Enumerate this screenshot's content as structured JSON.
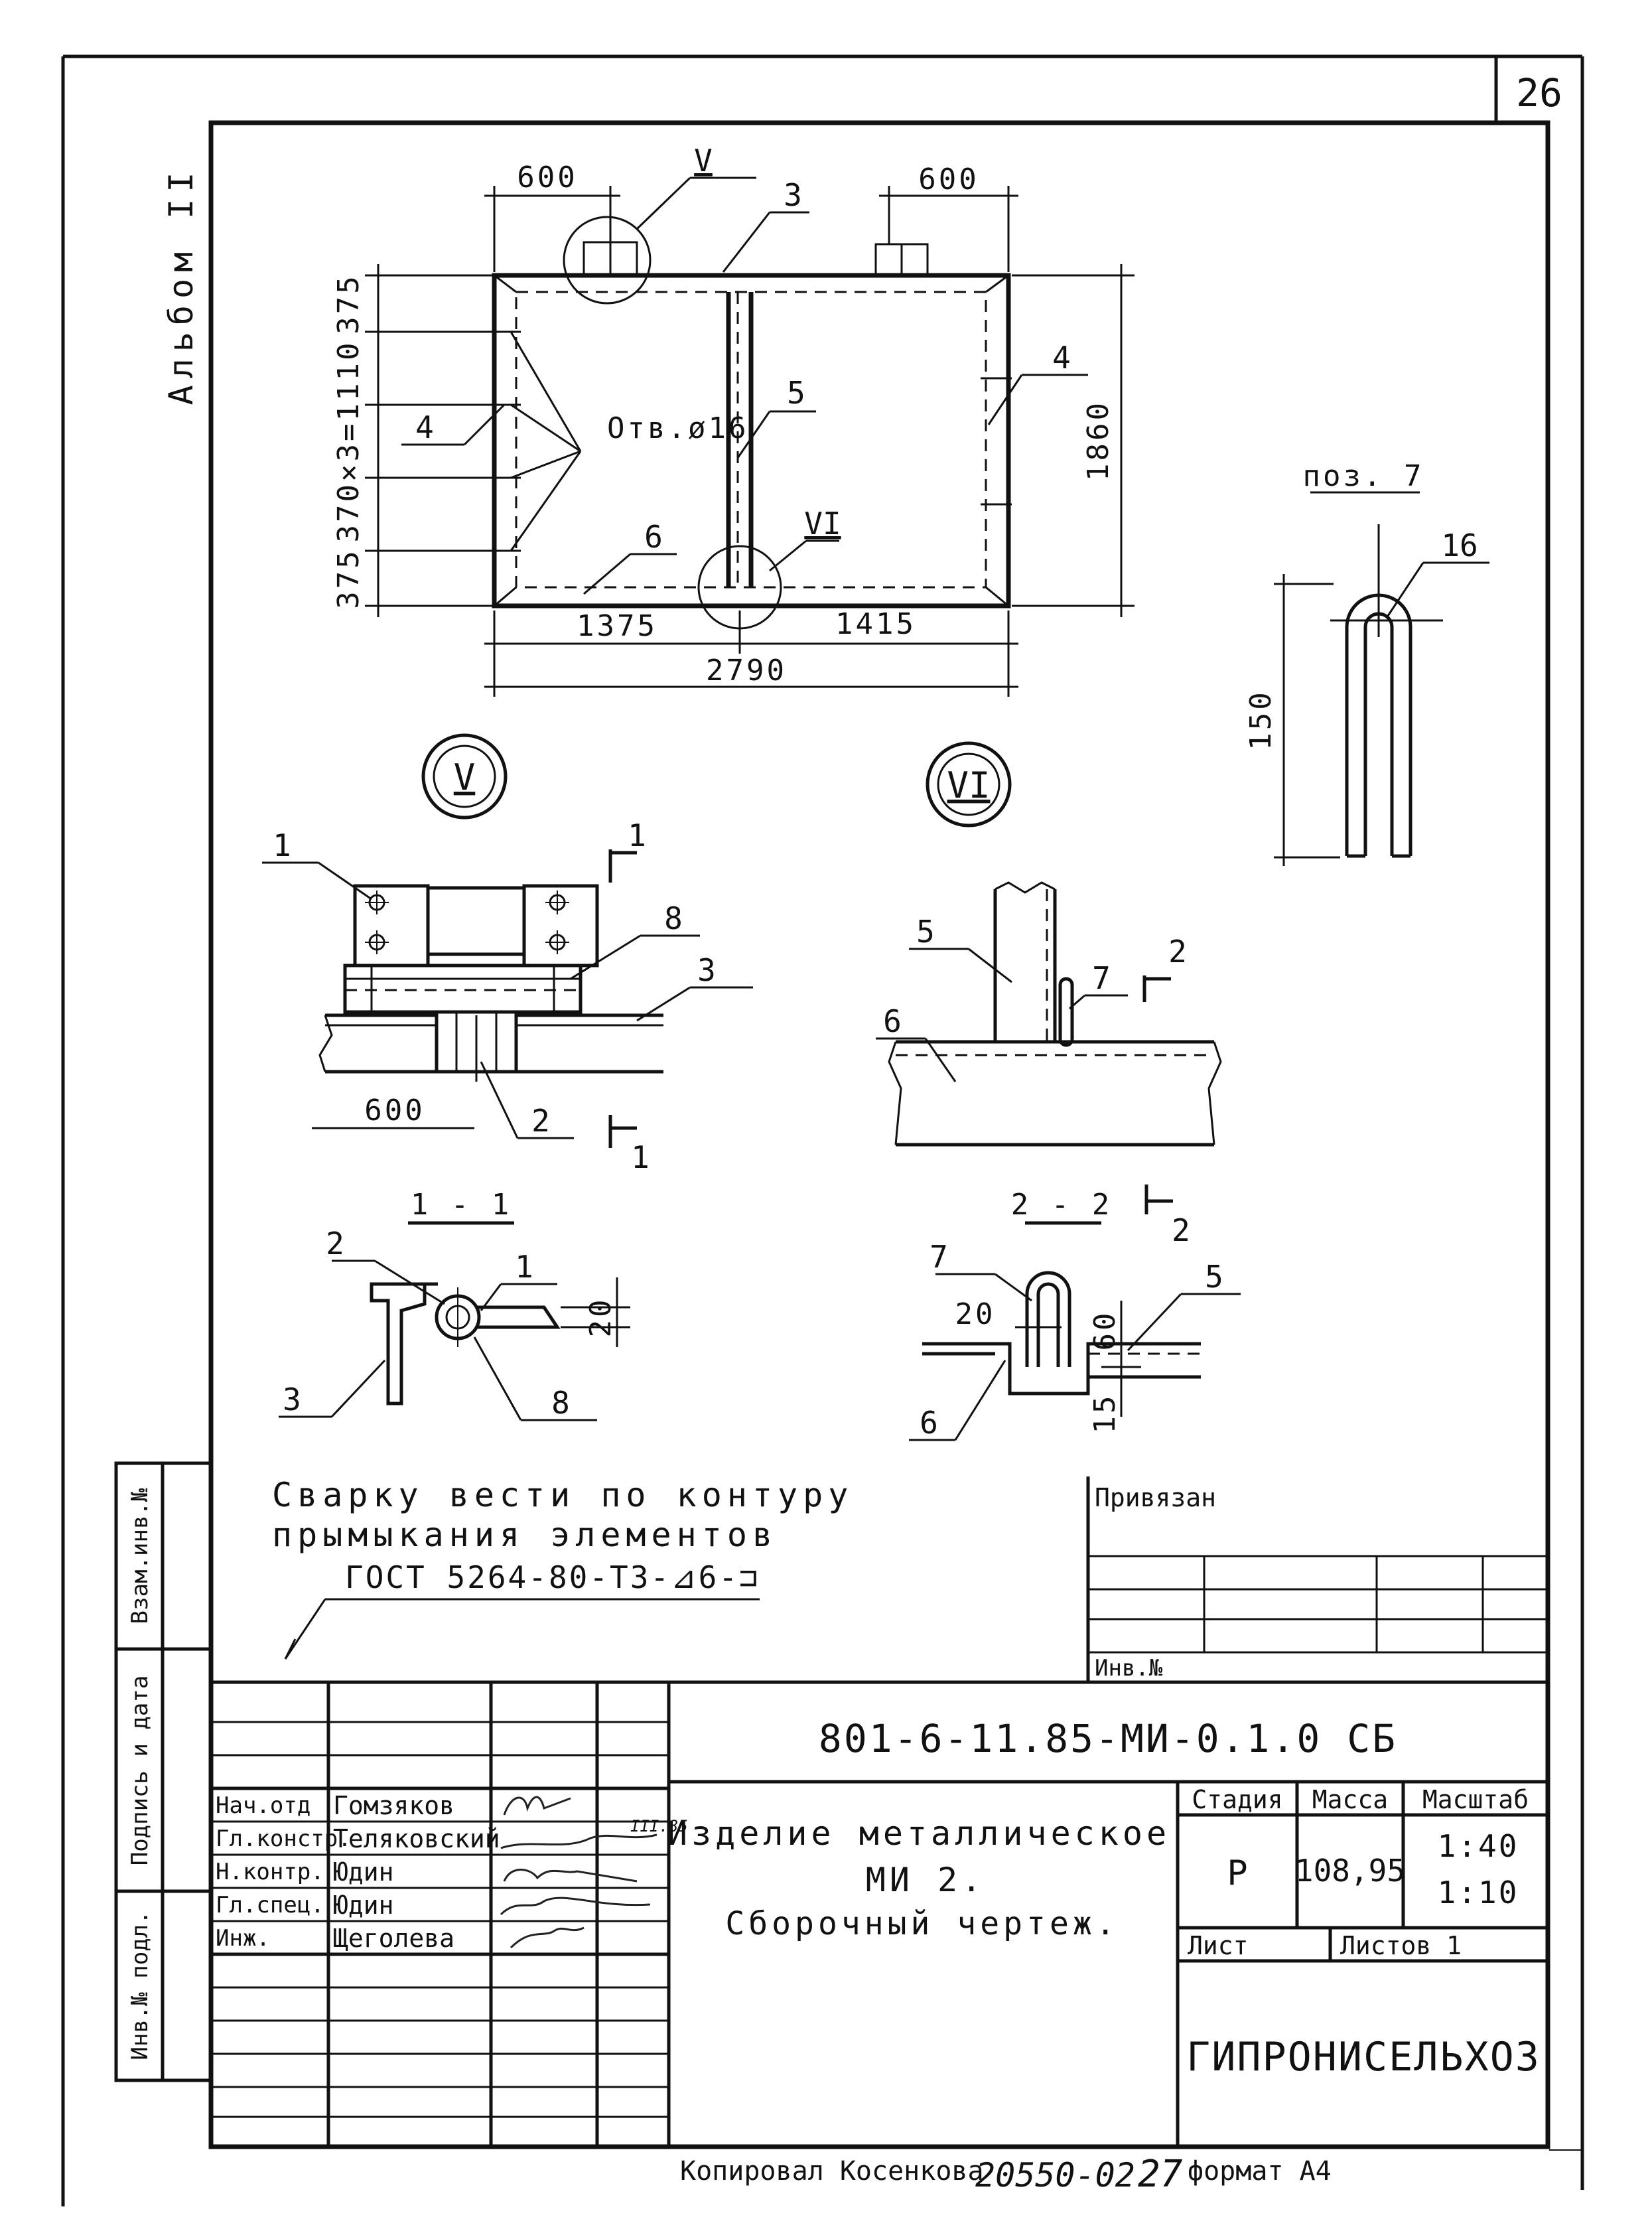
{
  "sheet_number": "26",
  "album": "Альбом II",
  "plan": {
    "dim_left_600": "600",
    "dim_right_600": "600",
    "dim_375_top": "375",
    "dim_370x3": "370×3=1110",
    "dim_375_bottom": "375",
    "dim_1860": "1860",
    "dim_1375": "1375",
    "dim_1415": "1415",
    "dim_2790": "2790",
    "holes_note": "Отв.ø16",
    "callout_V": "V",
    "callout_VI": "VI",
    "pos_3": "3",
    "pos_4_left": "4",
    "pos_4_right": "4",
    "pos_5": "5",
    "pos_6": "6"
  },
  "pos7": {
    "title": "поз. 7",
    "dim_150": "150",
    "pos_16": "16"
  },
  "detail_V": {
    "title": "V",
    "pos_1": "1",
    "pos_8": "8",
    "pos_3": "3",
    "pos_2": "2",
    "dim_600": "600",
    "cut_top": "1",
    "cut_bottom": "1"
  },
  "detail_VI": {
    "title": "VI",
    "pos_5": "5",
    "pos_7": "7",
    "pos_6": "6",
    "cut_top": "2",
    "cut_bottom": "2"
  },
  "section_1_1": {
    "title": "1 - 1",
    "pos_2": "2",
    "pos_1": "1",
    "pos_3": "3",
    "pos_8": "8",
    "dim_20": "20"
  },
  "section_2_2": {
    "title": "2 - 2",
    "pos_7": "7",
    "pos_5": "5",
    "pos_6": "6",
    "dim_20": "20",
    "dim_60": "60",
    "dim_15": "15"
  },
  "weld_note": {
    "line1": "Сварку вести по контуру",
    "line2": "прымыкания элементов",
    "line3": "ГОСТ 5264-80-Т3-⊿6-⊐"
  },
  "side_stamp": {
    "inv_podl": "Инв.№ подл.",
    "podpis_data": "Подпись и дата",
    "vzam_inv": "Взам.инв.№"
  },
  "binding": {
    "privyazan": "Привязан",
    "inv_no": "Инв.№"
  },
  "title_block": {
    "doc_code": "801-6-11.85-МИ-0.1.0 СБ",
    "roles": [
      "Нач.отд",
      "Гл.констр.",
      "Н.контр.",
      "Гл.спец.",
      "Инж."
    ],
    "names": [
      "Гомзяков",
      "Теляковский",
      "Юдин",
      "Юдин",
      "Щеголева"
    ],
    "date_note": "III.85",
    "title_line1": "Изделие металлическое",
    "title_line2": "МИ 2.",
    "title_line3": "Сборочный чертеж.",
    "stage_label": "Стадия",
    "mass_label": "Масса",
    "scale_label": "Масштаб",
    "stage_value": "Р",
    "mass_value": "108,95",
    "scale_value1": "1:40",
    "scale_value2": "1:10",
    "sheet_label": "Лист",
    "sheets_label": "Листов 1",
    "organization": "ГИПРОНИСЕЛЬХОЗ"
  },
  "footer": {
    "copied": "Копировал Косенкова",
    "order_no": "20550-02",
    "page": "27",
    "format": "формат А4"
  }
}
